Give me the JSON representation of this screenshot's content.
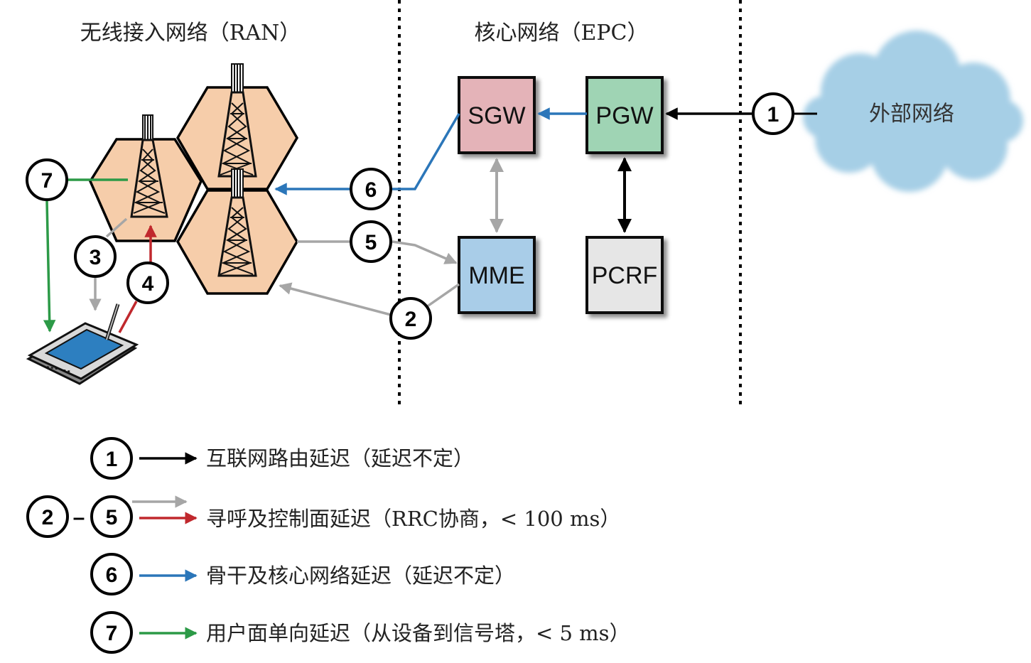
{
  "regions": {
    "ran_title": "无线接入网络（RAN）",
    "epc_title": "核心网络（EPC）"
  },
  "nodes": {
    "sgw": "SGW",
    "pgw": "PGW",
    "mme": "MME",
    "pcrf": "PCRF",
    "external": "外部网络"
  },
  "markers": {
    "m1": "1",
    "m2": "2",
    "m3": "3",
    "m4": "4",
    "m5": "5",
    "m6": "6",
    "m7": "7"
  },
  "legend": [
    {
      "markers": "1",
      "text": "互联网路由延迟（延迟不定）",
      "color": "#000000"
    },
    {
      "markers_from": "2",
      "markers_to": "5",
      "dash": "–",
      "text": "寻呼及控制面延迟（RRC协商，< 100 ms）",
      "colors": [
        "#a6a6a6",
        "#c0282d"
      ]
    },
    {
      "markers": "6",
      "text": "骨干及核心网络延迟（延迟不定）",
      "color": "#2b76b9"
    },
    {
      "markers": "7",
      "text": "用户面单向延迟（从设备到信号塔，< 5 ms）",
      "color": "#2c9a47"
    }
  ],
  "colors": {
    "sgw": "#e4b3b8",
    "pgw": "#9fd4b4",
    "mme": "#a9cde8",
    "pcrf": "#e6e6e6",
    "cell": "#f6cdaa",
    "cloud": "#a6cfe6",
    "black": "#000000",
    "gray": "#a6a6a6",
    "red": "#c0282d",
    "blue": "#2b76b9",
    "green": "#2c9a47"
  }
}
